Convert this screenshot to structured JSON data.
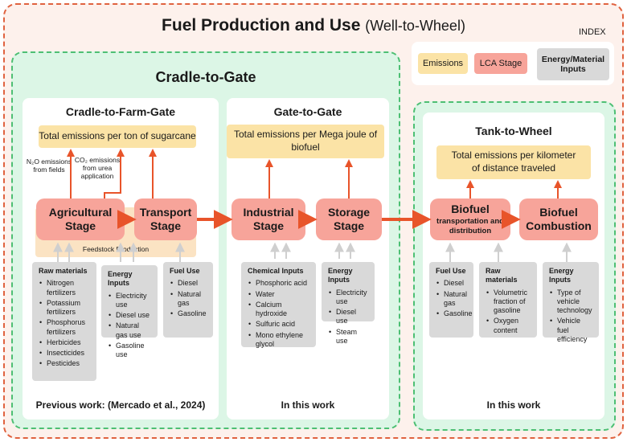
{
  "title": {
    "main": "Fuel Production and Use",
    "sub": "(Well-to-Wheel)"
  },
  "index": {
    "label": "INDEX",
    "emissions": "Emissions",
    "lca_stage": "LCA Stage",
    "energy_material": "Energy/Material Inputs"
  },
  "cradle_to_gate": {
    "title": "Cradle-to-Gate",
    "farm_gate": {
      "title": "Cradle-to-Farm-Gate",
      "emissions": "Total emissions per ton of sugarcane",
      "note_n2o": "N₂O emissions from fields",
      "note_co2": "CO₂ emissions from urea application",
      "stage_agri": "Agricultural Stage",
      "stage_transport": "Transport Stage",
      "feedstock": "Feedstock Production",
      "raw_materials": {
        "heading": "Raw materials",
        "items": [
          "Nitrogen fertilizers",
          "Potassium fertilizers",
          "Phosphorus fertilizers",
          "Herbicides",
          "Insecticides",
          "Pesticides"
        ]
      },
      "energy_inputs": {
        "heading": "Energy Inputs",
        "items": [
          "Electricity use",
          "Diesel use",
          "Natural gas use",
          "Gasoline use"
        ]
      },
      "fuel_use": {
        "heading": "Fuel Use",
        "items": [
          "Diesel",
          "Natural gas",
          "Gasoline"
        ]
      },
      "footer": "Previous work: (Mercado et al., 2024)"
    },
    "gate_gate": {
      "title": "Gate-to-Gate",
      "emissions": "Total emissions per Mega joule of biofuel",
      "stage_industrial": "Industrial Stage",
      "stage_storage": "Storage Stage",
      "chemical_inputs": {
        "heading": "Chemical Inputs",
        "items": [
          "Phosphoric acid",
          "Water",
          "Calcium hydroxide",
          "Sulfuric acid",
          "Mono ethylene glycol"
        ]
      },
      "energy_inputs": {
        "heading": "Energy Inputs",
        "items": [
          "Electricity use",
          "Diesel use",
          "Steam use"
        ]
      },
      "footer": "In this work"
    }
  },
  "tank_to_wheel": {
    "title": "Tank-to-Wheel",
    "emissions": "Total emissions per kilometer of distance traveled",
    "stage_transport_title": "Biofuel",
    "stage_transport_sub": "transportation and distribution",
    "stage_combustion": "Biofuel Combustion",
    "fuel_use": {
      "heading": "Fuel Use",
      "items": [
        "Diesel",
        "Natural gas",
        "Gasoline"
      ]
    },
    "raw_materials": {
      "heading": "Raw materials",
      "items": [
        "Volumetric fraction of gasoline",
        "Oxygen content"
      ]
    },
    "energy_inputs": {
      "heading": "Energy Inputs",
      "items": [
        "Type of vehicle technology",
        "Vehicle fuel efficiency"
      ]
    },
    "footer": "In this work"
  },
  "colors": {
    "outer_border": "#e0623f",
    "outer_fill": "#fdf1ec",
    "group_border": "#4dbf73",
    "group_fill": "#dcf6e6",
    "emissions": "#fbe3a6",
    "lca_stage": "#f7a49a",
    "inputs": "#d9d9d9",
    "arrow": "#e8542a"
  }
}
